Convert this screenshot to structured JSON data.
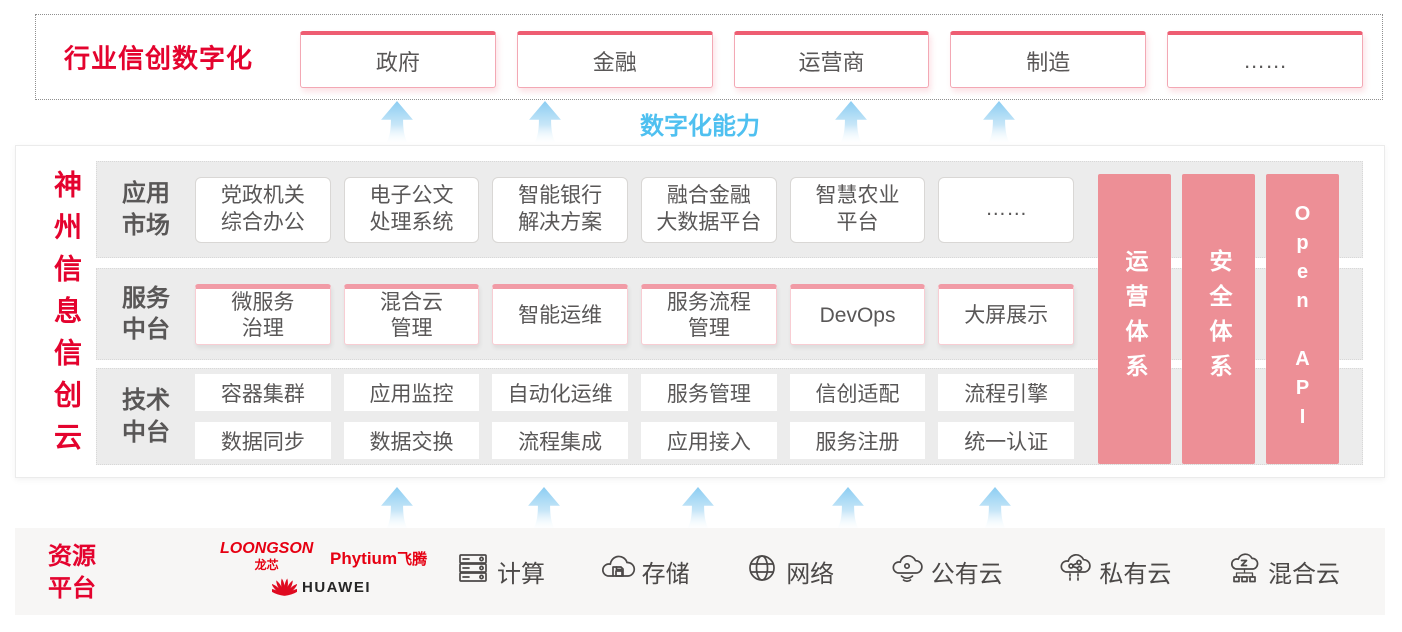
{
  "colors": {
    "brand_red": "#e4032e",
    "sector_border_pink": "#f3a8b4",
    "sector_cap_red": "#ee5d72",
    "side_bar_pink": "#ed8f96",
    "capability_blue": "#4fc0f0",
    "layer_gray": "#ececec",
    "text_gray": "#595757",
    "resource_bg": "#f7f6f5"
  },
  "industry_banner": {
    "title": "行业信创数字化",
    "sectors": [
      "政府",
      "金融",
      "运营商",
      "制造",
      "……"
    ]
  },
  "capability_label": "数字化能力",
  "cloud_platform": {
    "vertical_title": "神州信息信创云",
    "app_market": {
      "label": "应用\n市场",
      "items": [
        "党政机关\n综合办公",
        "电子公文\n处理系统",
        "智能银行\n解决方案",
        "融合金融\n大数据平台",
        "智慧农业\n平台",
        "……"
      ]
    },
    "service_platform": {
      "label": "服务\n中台",
      "items": [
        "微服务\n治理",
        "混合云\n管理",
        "智能运维",
        "服务流程\n管理",
        "DevOps",
        "大屏展示"
      ]
    },
    "tech_platform": {
      "label": "技术\n中台",
      "row1": [
        "容器集群",
        "应用监控",
        "自动化运维",
        "服务管理",
        "信创适配",
        "流程引擎"
      ],
      "row2": [
        "数据同步",
        "数据交换",
        "流程集成",
        "应用接入",
        "服务注册",
        "统一认证"
      ]
    },
    "side_bars": [
      "运营体系",
      "安全体系",
      "Open API"
    ]
  },
  "resource_platform": {
    "label": "资源\n平台",
    "vendors": {
      "loongson_name": "LOONGSON",
      "loongson_sub": "龙芯",
      "phytium_name": "Phytium",
      "phytium_sub": "飞腾",
      "huawei_name": "HUAWEI"
    },
    "resources": [
      "计算",
      "存储",
      "网络",
      "公有云",
      "私有云",
      "混合云"
    ]
  }
}
